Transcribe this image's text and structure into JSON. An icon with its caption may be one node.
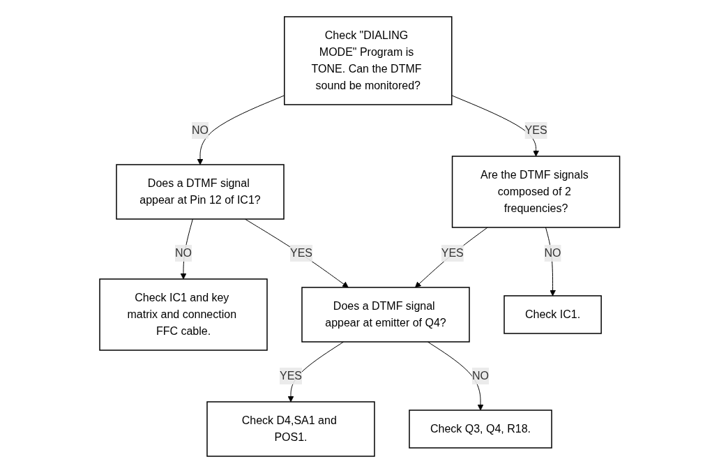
{
  "diagram": {
    "nodes": [
      {
        "text": [
          "Check \"DIALING MODE\" Program is TONE. Can the DTMF sound be monitored?"
        ]
      },
      {
        "text": [
          "Does a DTMF signal appear at Pin 12 of IC1?"
        ]
      },
      {
        "text": [
          "Check IC1 and key matrix and connection FFC cable."
        ]
      },
      {
        "text": [
          "Are the DTMF signals composed of 2 frequencies?"
        ]
      },
      {
        "text": [
          "Does a DTMF signal appear at emitter of Q4?"
        ]
      },
      {
        "text": [
          "Check D4,SA1 and POS1."
        ]
      },
      {
        "text": [
          "Check IC1."
        ]
      },
      {
        "text": [
          "Check Q3, Q4, R18."
        ]
      }
    ],
    "edges": [
      {
        "from": 0,
        "to": 1,
        "arrow": "to",
        "label": "NO"
      },
      {
        "from": 1,
        "to": 2,
        "arrow": "to",
        "label": "NO"
      },
      {
        "from": 0,
        "to": 3,
        "arrow": "to",
        "label": "YES"
      },
      {
        "from": 1,
        "to": 4,
        "arrow": "to",
        "label": "YES"
      },
      {
        "from": 3,
        "to": 4,
        "arrow": "to",
        "label": "YES"
      },
      {
        "from": 4,
        "to": 5,
        "arrow": "to",
        "label": "YES"
      },
      {
        "from": 3,
        "to": 6,
        "arrow": "to",
        "label": "NO"
      },
      {
        "from": 4,
        "to": 7,
        "arrow": "to",
        "label": "NO"
      }
    ]
  }
}
